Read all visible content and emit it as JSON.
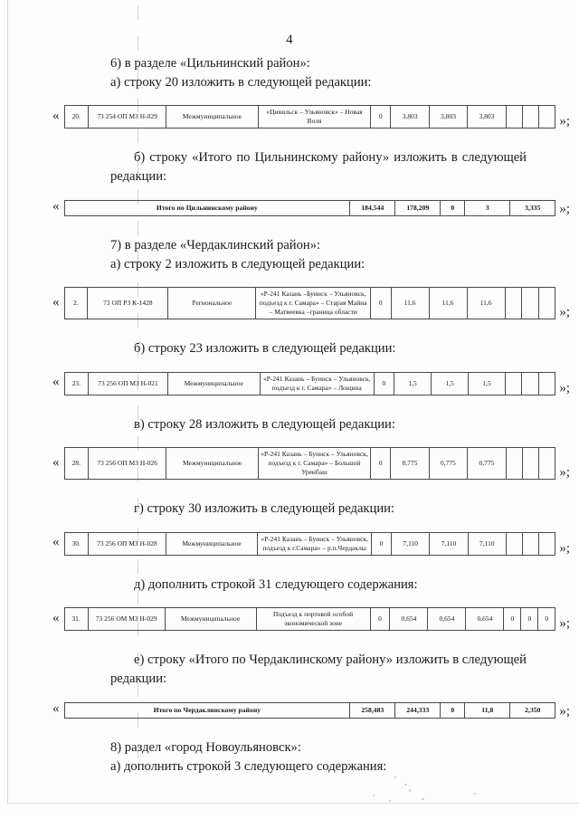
{
  "document": {
    "page_number": "4",
    "quote_open": "«",
    "quote_close": "»;"
  },
  "sections": {
    "s6_heading": "6) в разделе «Цильнинский район»:",
    "s6_a": "а) строку 20 изложить в следующей редакции:",
    "s6_b": "б) строку «Итого по Цильнинскому району» изложить в следующей редакции:",
    "s7_heading": "7) в разделе «Чердаклинский район»:",
    "s7_a": "а) строку 2 изложить в следующей редакции:",
    "s7_b": "б) строку 23 изложить в следующей редакции:",
    "s7_v": "в) строку 28 изложить в следующей редакции:",
    "s7_g": "г) строку 30 изложить в следующей редакции:",
    "s7_d": "д) дополнить строкой 31 следующего содержания:",
    "s7_e": "е) строку «Итого по Чердаклинскому району» изложить в следующей редакции:",
    "s8_heading": "8) раздел «город Новоульяновск»:",
    "s8_a": "а) дополнить строкой 3 следующего содержания:"
  },
  "tables": {
    "row20": {
      "num": "20.",
      "code": "73 254 ОП МЗ Н-029",
      "type": "Межмуниципальное",
      "name": "«Цивильск – Ульяновск» – Новая Воля",
      "zero": "0",
      "v1": "3,803",
      "v2": "3,803",
      "v3": "3,803",
      "b1": "",
      "b2": "",
      "b3": ""
    },
    "total_tsilninsky": {
      "label": "Итого по Цильнинскому району",
      "v1": "184,544",
      "v2": "178,209",
      "v3": "0",
      "v4": "3",
      "v5": "3,335"
    },
    "row2": {
      "num": "2.",
      "code": "73 ОП РЗ К-1428",
      "type": "Региональное",
      "name": "«Р-241 Казань –Буинск – Ульяновск, подъезд к г. Самара» – Старая Майна – Матвеевка –граница области",
      "zero": "0",
      "v1": "11,6",
      "v2": "11,6",
      "v3": "11,6",
      "b1": "",
      "b2": "",
      "b3": ""
    },
    "row23": {
      "num": "23.",
      "code": "73 256 ОП МЗ Н-021",
      "type": "Межмуниципальное",
      "name": "«Р-241 Казань – Буинск – Ульяновск, подъезд к г. Самара» – Лощина",
      "zero": "0",
      "v1": "1,5",
      "v2": "1,5",
      "v3": "1,5",
      "b1": "",
      "b2": "",
      "b3": ""
    },
    "row28": {
      "num": "28.",
      "code": "73 256 ОП МЗ Н-026",
      "type": "Межмуниципальное",
      "name": "«Р-241 Казань – Буинск – Ульяновск, подъезд к г. Самара» – Большой Уренбаш",
      "zero": "0",
      "v1": "0,775",
      "v2": "0,775",
      "v3": "0,775",
      "b1": "",
      "b2": "",
      "b3": ""
    },
    "row30": {
      "num": "30.",
      "code": "73 256 ОП МЗ Н-028",
      "type": "Межмуниципальное",
      "name": "«Р-241 Казань – Буинск – Ульяновск, подъезд к г.Самара» – р.п.Чердаклы",
      "zero": "0",
      "v1": "7,110",
      "v2": "7,110",
      "v3": "7,110",
      "b1": "",
      "b2": "",
      "b3": ""
    },
    "row31": {
      "num": "31.",
      "code": "73 256 ОМ МЗ Н-029",
      "type": "Межмуниципальное",
      "name": "Подъезд к портовой особой экономической зоне",
      "zero": "0",
      "v1": "0,654",
      "v2": "0,654",
      "v3": "0,654",
      "b1": "0",
      "b2": "0",
      "b3": "0"
    },
    "total_cherdaklinsky": {
      "label": "Итого по Чердаклинскому району",
      "v1": "258,483",
      "v2": "244,333",
      "v3": "0",
      "v4": "11,8",
      "v5": "2,350"
    }
  }
}
